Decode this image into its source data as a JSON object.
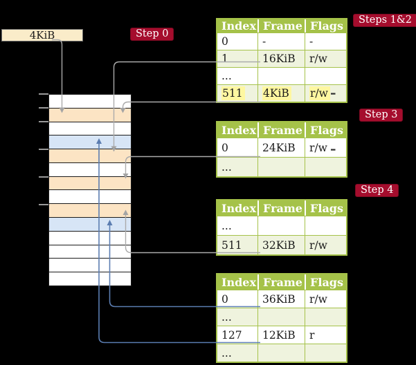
{
  "frame_box": {
    "label": "4KiB"
  },
  "step_badges": [
    {
      "id": "step0",
      "label": "Step 0"
    },
    {
      "id": "steps12",
      "label": "Steps 1&2"
    },
    {
      "id": "step3",
      "label": "Step 3"
    },
    {
      "id": "step4",
      "label": "Step 4"
    }
  ],
  "memory_column": {
    "rows": [
      "free",
      "page-table",
      "free",
      "mapped-page",
      "page-table",
      "free",
      "page-table",
      "free",
      "page-table",
      "mapped-page",
      "free",
      "free",
      "free",
      "free"
    ],
    "tick_offsets": [
      0,
      20,
      40,
      80,
      120,
      160
    ]
  },
  "tables": [
    {
      "name": "steps-1-2",
      "headers": [
        "Index",
        "Frame",
        "Flags"
      ],
      "rows": [
        {
          "cells": [
            "0",
            "-",
            "-"
          ],
          "shade": false,
          "highlight": false
        },
        {
          "cells": [
            "1",
            "16KiB",
            "r/w"
          ],
          "shade": true,
          "highlight": false
        },
        {
          "cells": [
            "...",
            "",
            ""
          ],
          "shade": false,
          "highlight": false
        },
        {
          "cells": [
            "511",
            "4KiB",
            "r/w"
          ],
          "shade": true,
          "highlight": true
        }
      ]
    },
    {
      "name": "step-3",
      "headers": [
        "Index",
        "Frame",
        "Flags"
      ],
      "rows": [
        {
          "cells": [
            "0",
            "24KiB",
            "r/w"
          ],
          "shade": false,
          "highlight": false
        },
        {
          "cells": [
            "...",
            "",
            ""
          ],
          "shade": true,
          "highlight": false
        }
      ]
    },
    {
      "name": "step-4",
      "headers": [
        "Index",
        "Frame",
        "Flags"
      ],
      "rows": [
        {
          "cells": [
            "...",
            "",
            ""
          ],
          "shade": false,
          "highlight": false
        },
        {
          "cells": [
            "511",
            "32KiB",
            "r/w"
          ],
          "shade": true,
          "highlight": false
        }
      ]
    },
    {
      "name": "final",
      "headers": [
        "Index",
        "Frame",
        "Flags"
      ],
      "rows": [
        {
          "cells": [
            "0",
            "36KiB",
            "r/w"
          ],
          "shade": false,
          "highlight": false
        },
        {
          "cells": [
            "...",
            "",
            ""
          ],
          "shade": true,
          "highlight": false
        },
        {
          "cells": [
            "127",
            "12KiB",
            "r"
          ],
          "shade": false,
          "highlight": false
        },
        {
          "cells": [
            "...",
            "",
            ""
          ],
          "shade": true,
          "highlight": false
        }
      ]
    }
  ],
  "colors": {
    "badge": "#A50D2D",
    "table_header": "#A5C249",
    "row_shade": "#EFF3DE",
    "highlight": "#FEF7A0",
    "frame_table": "#FCE4C4",
    "mapped_page": "#D7E5F6",
    "frame_box": "#FAECC9",
    "connector_gray": "#ABABAB",
    "connector_blue": "#5B7DB1"
  }
}
